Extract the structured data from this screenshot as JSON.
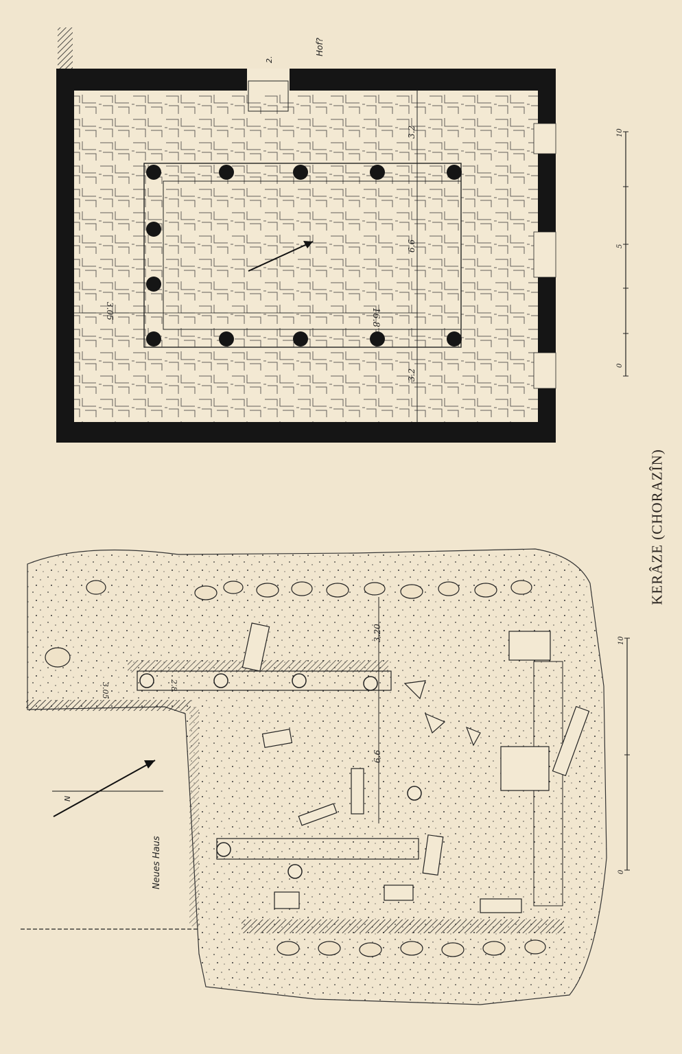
{
  "caption": "KERÂZE (CHORAZÎN)",
  "colors": {
    "paper": "#f1e6cf",
    "ink": "#1a1a1a"
  },
  "upper_plan": {
    "court_label": "Hof?",
    "door_label": "2.",
    "dimensions": {
      "aisle_left": "3.2",
      "aisle_right": "3.2",
      "nave_width": "6.6",
      "nave_length": "16.8",
      "end_aisle": "3.05"
    },
    "scale": {
      "start": "0",
      "mid": "5",
      "end": "10"
    }
  },
  "lower_plan": {
    "house_label": "Neues Haus",
    "north_label": "N",
    "dimensions": {
      "aisle_top": "3.20",
      "nave_width": "6.6",
      "side": "2.8",
      "end": "3.05"
    },
    "scale": {
      "start": "0",
      "end": "10"
    }
  }
}
